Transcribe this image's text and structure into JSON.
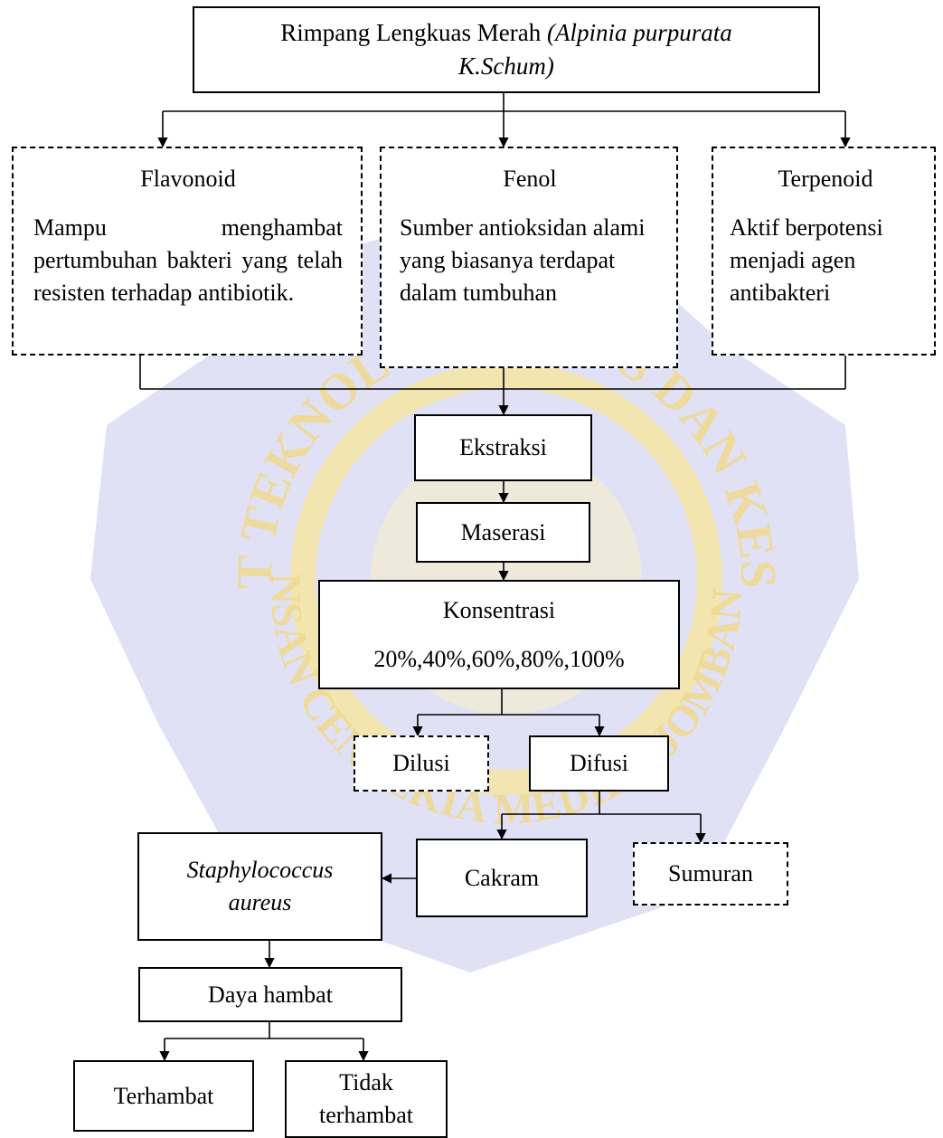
{
  "root": {
    "text": "Rimpang Lengkuas Merah",
    "latin_line1": "(Alpinia purpurata",
    "latin_line2": "K.Schum)"
  },
  "compounds": [
    {
      "title": "Flavonoid",
      "desc": "Mampu menghambat pertumbuhan bakteri yang telah resisten terhadap antibiotik."
    },
    {
      "title": "Fenol",
      "desc": "Sumber antioksidan alami yang biasanya terdapat dalam tumbuhan"
    },
    {
      "title": "Terpenoid",
      "desc": "Aktif berpotensi menjadi agen antibakteri"
    }
  ],
  "steps": {
    "ekstraksi": "Ekstraksi",
    "maserasi": "Maserasi",
    "konsentrasi_title": "Konsentrasi",
    "konsentrasi_values": "20%,40%,60%,80%,100%",
    "dilusi": "Dilusi",
    "difusi": "Difusi",
    "cakram": "Cakram",
    "sumuran": "Sumuran",
    "bacteria_line1": "Staphylococcus",
    "bacteria_line2": "aureus",
    "daya_hambat": "Daya hambat",
    "terhambat": "Terhambat",
    "tidak_line1": "Tidak",
    "tidak_line2": "terhambat"
  },
  "watermark": {
    "arc_text": "INSTITUT TEKNOLOGI SAINS DAN KESEHATAN",
    "bottom_text": "INSAN CENDEKIA MEDIKA JOMBANG",
    "colors": {
      "shield": "#c7c9ec",
      "ring": "#f4e5a7",
      "text": "#f1d98d"
    }
  }
}
